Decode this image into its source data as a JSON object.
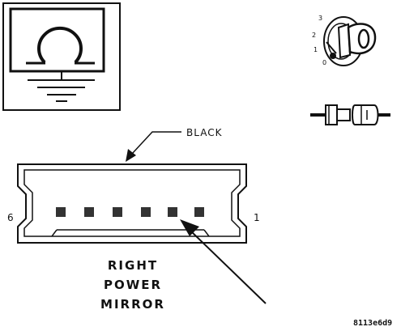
{
  "diagram": {
    "wire_color_label": "BLACK",
    "pin_left_label": "6",
    "pin_right_label": "1",
    "title_lines": [
      "RIGHT",
      "POWER",
      "MIRROR"
    ],
    "figure_code": "8113e6d9",
    "key_positions": [
      "3",
      "2",
      "1",
      "0"
    ],
    "pin_count": 6,
    "colors": {
      "ink": "#111111",
      "background": "#ffffff"
    },
    "icons": [
      "ohm-ground-symbol-icon",
      "ignition-key-icon",
      "connector-plug-icon",
      "pointer-arrow-icon"
    ]
  }
}
